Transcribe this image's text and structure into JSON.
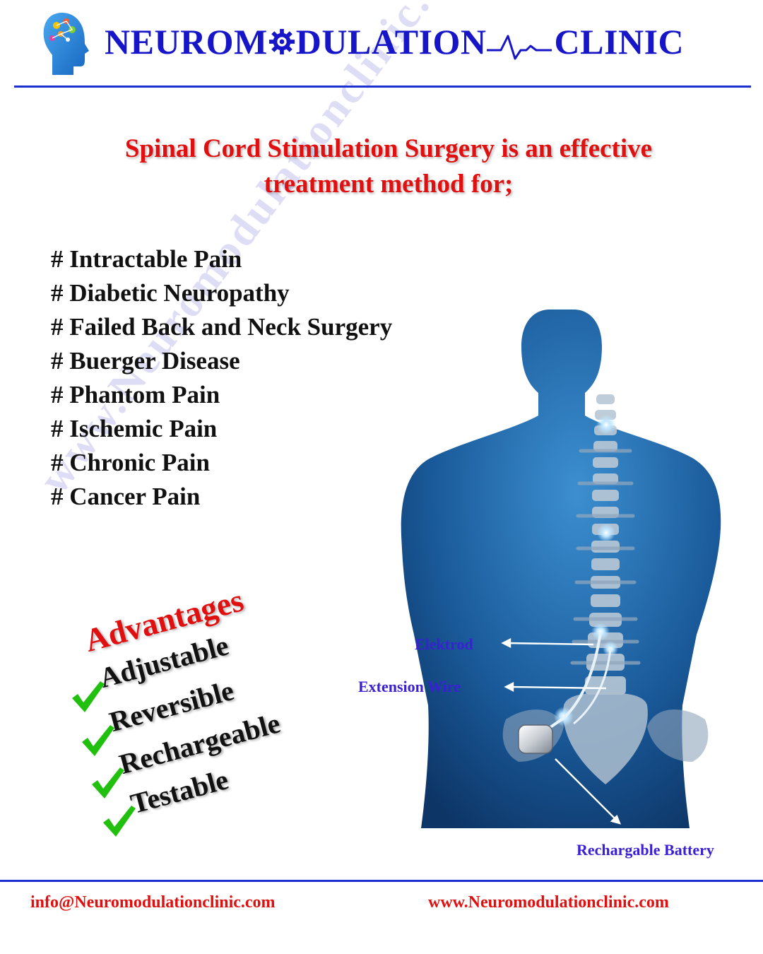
{
  "header": {
    "brand_part1": "NEUROM",
    "brand_part2": "DULATION",
    "brand_part3": "CLINIC",
    "logo_icon": "head-circuit-icon",
    "gear_icon": "gear-icon",
    "pulse_icon": "heartbeat-pulse-icon"
  },
  "headline": {
    "line1": "Spinal Cord Stimulation  Surgery is an effective",
    "line2": "treatment method for;"
  },
  "conditions": [
    "# Intractable Pain",
    "# Diabetic Neuropathy",
    "# Failed Back and Neck Surgery",
    "# Buerger Disease",
    "# Phantom Pain",
    "# Ischemic Pain",
    "# Chronic Pain",
    "# Cancer Pain"
  ],
  "illustration": {
    "callout_electrode": "Elektrod",
    "callout_extension": "Extension Wire",
    "callout_battery": "Rechargable Battery"
  },
  "advantages": {
    "title": "Advantages",
    "items": [
      "Adjustable",
      "Reversible",
      "Rechargeable",
      "Testable"
    ]
  },
  "watermark": "www.Neuromodulationclinic.com",
  "footer": {
    "email": "info@Neuromodulationclinic.com",
    "website": "www.Neuromodulationclinic.com"
  },
  "colors": {
    "brand_blue": "#1616c8",
    "accent_red": "#e01010",
    "rule_blue": "#1e2fd0",
    "callout_purple": "#3a1fd6",
    "check_green": "#22c00e"
  }
}
